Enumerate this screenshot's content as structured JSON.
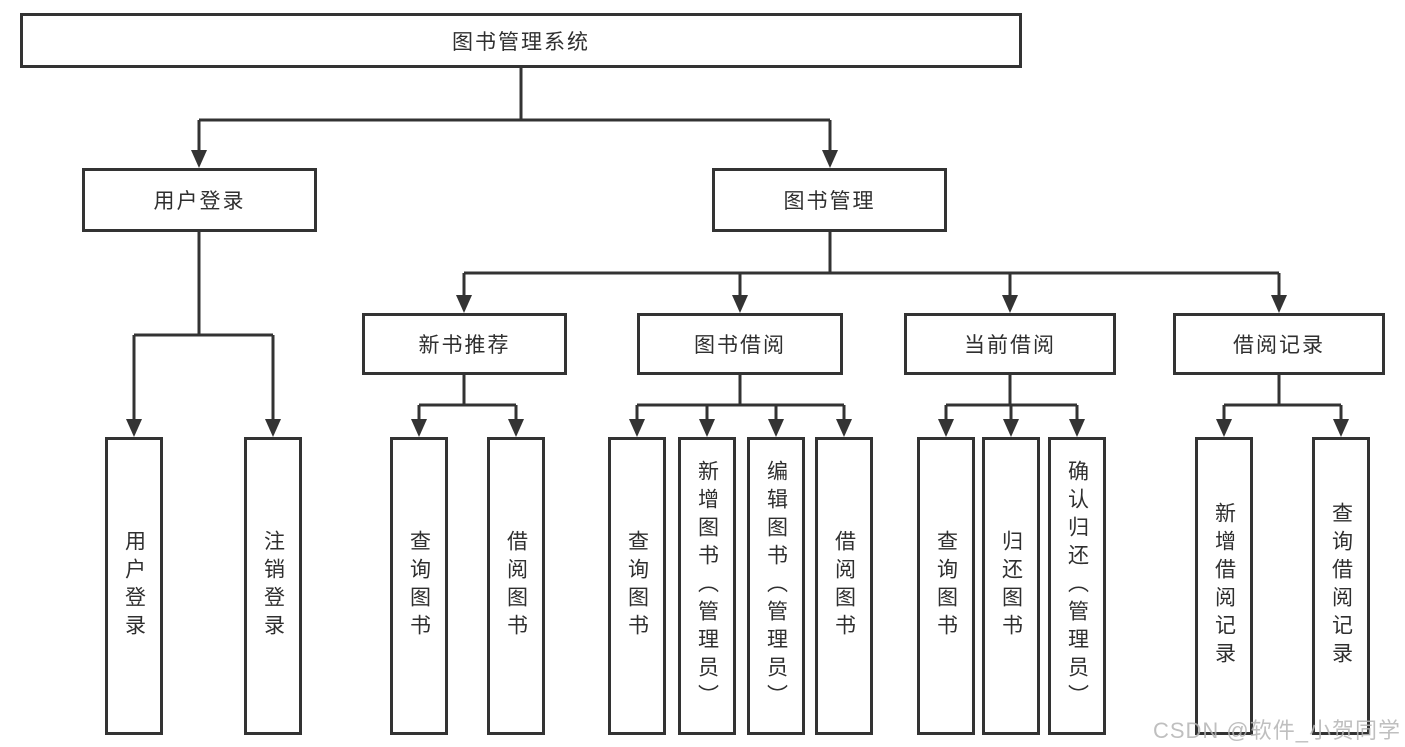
{
  "colors": {
    "line": "#333333",
    "text": "#2f2f2f",
    "watermark": "#b5b5b5",
    "background": "#ffffff"
  },
  "nodes": {
    "root": "图书管理系统",
    "user_login": {
      "label": "用户登录",
      "children": [
        "用户登录",
        "注销登录"
      ]
    },
    "book_mgmt": {
      "label": "图书管理",
      "children": [
        {
          "label": "新书推荐",
          "children": [
            "查询图书",
            "借阅图书"
          ]
        },
        {
          "label": "图书借阅",
          "children": [
            "查询图书",
            "新增图书（管理员）",
            "编辑图书（管理员）",
            "借阅图书"
          ]
        },
        {
          "label": "当前借阅",
          "children": [
            "查询图书",
            "归还图书",
            "确认归还（管理员）"
          ]
        },
        {
          "label": "借阅记录",
          "children": [
            "新增借阅记录",
            "查询借阅记录"
          ]
        }
      ]
    }
  },
  "watermark": {
    "text": "CSDN @软件_小贺同学"
  }
}
